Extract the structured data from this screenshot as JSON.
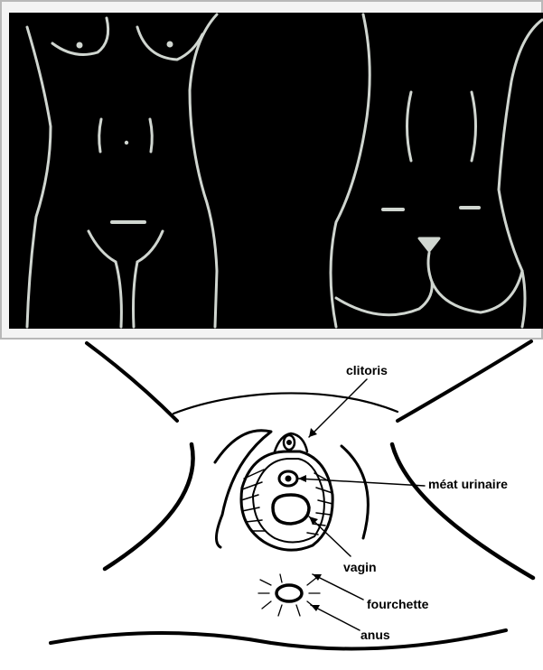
{
  "colors": {
    "background": "#ffffff",
    "frame": "#b8b8b8",
    "silhouette_panel": "#000000",
    "silhouette_line": "#d0d6d0",
    "ink": "#000000"
  },
  "labels": {
    "clitoris": "clitoris",
    "urethral_meatus": "méat urinaire",
    "vagina": "vagin",
    "fourchette": "fourchette",
    "anus": "anus"
  }
}
